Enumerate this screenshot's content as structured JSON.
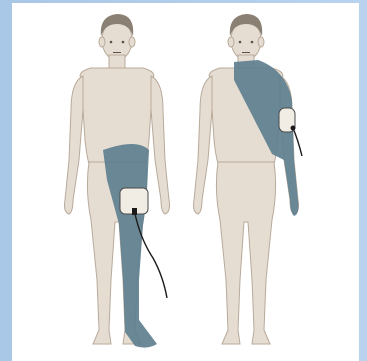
{
  "colors": {
    "background": "#aac8e6",
    "panel": "#ffffff",
    "skin": "#e6ddd2",
    "skin_outline": "#b8aa9a",
    "hair": "#8a8074",
    "coverage": "#5f7f8f",
    "pad": "#f2ede4",
    "wire": "#1a1a1a"
  },
  "figures": [
    {
      "name": "figure-left",
      "coverage_region": "right-leg",
      "device": "pad-on-thigh"
    },
    {
      "name": "figure-right",
      "coverage_region": "left-shoulder-and-arm",
      "device": "pad-on-upper-arm"
    }
  ]
}
